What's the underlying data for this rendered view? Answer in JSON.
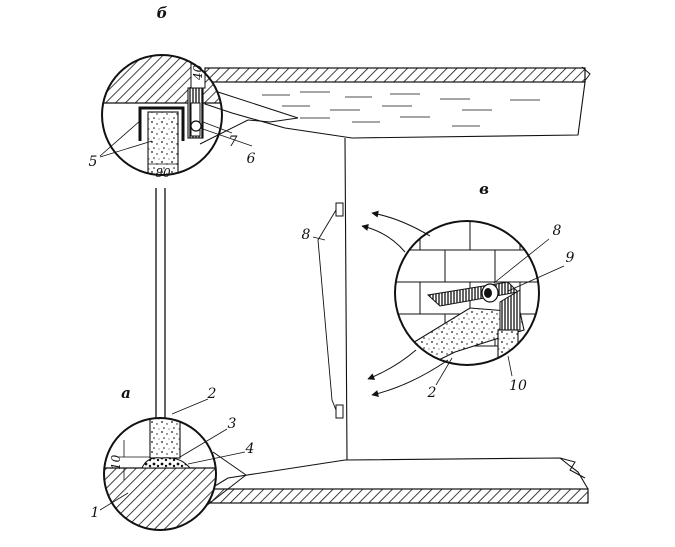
{
  "sections": {
    "a": "а",
    "b": "б",
    "v": "в"
  },
  "parts": {
    "p1": "1",
    "p2a": "2",
    "p2b": "2",
    "p3": "3",
    "p4": "4",
    "p5": "5",
    "p6": "6",
    "p7": "7",
    "p8a": "8",
    "p8b": "8",
    "p9": "9",
    "p10": "10"
  },
  "dimensions": {
    "gap": "10",
    "width": "80",
    "height": "40"
  },
  "colors": {
    "ink": "#111111",
    "paper": "#ffffff"
  }
}
